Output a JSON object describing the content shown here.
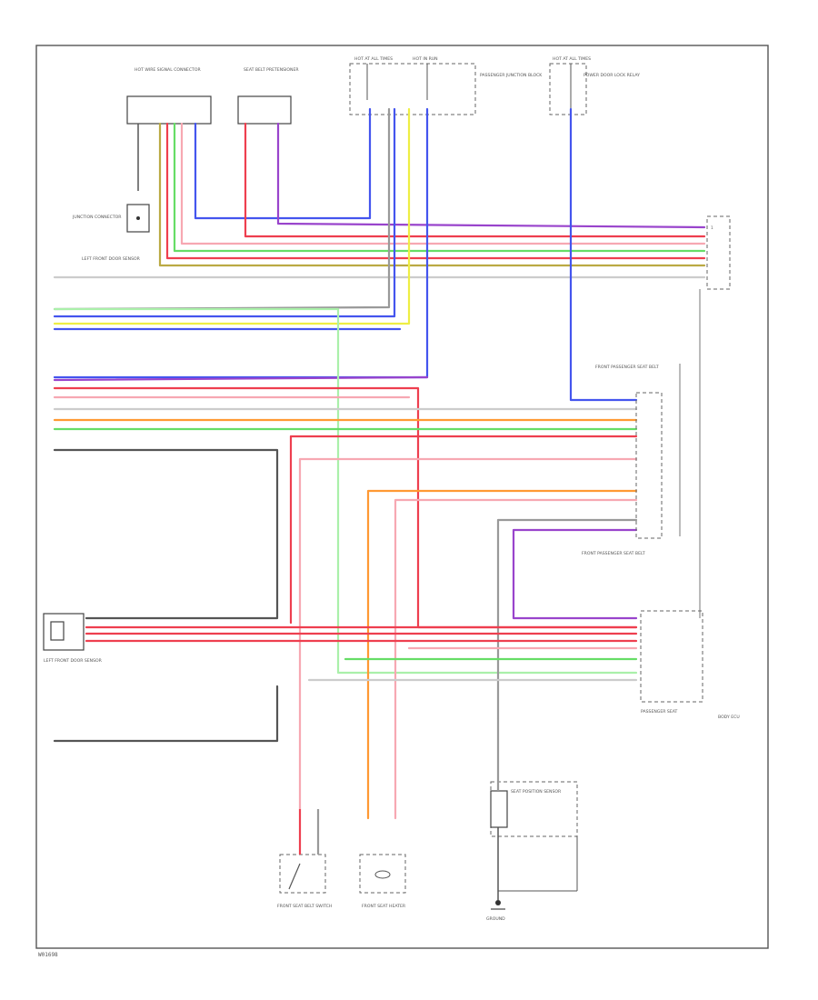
{
  "footer": {
    "code": "W01698"
  },
  "colors": {
    "red": "#ee3f4f",
    "pink": "#f7a8b2",
    "blue": "#4455ee",
    "violet": "#9944cc",
    "green": "#66dd66",
    "lightgreen": "#aaf0aa",
    "yellow": "#eeee44",
    "orange": "#ff9933",
    "gray": "#999999",
    "lightgray": "#cccccc",
    "olive": "#bbaa44",
    "dark": "#555555"
  },
  "components": {
    "top_left_module": "HOT WIRE SIGNAL CONNECTOR",
    "top_mid_module": "SEAT BELT PRETENSIONER",
    "fuse_a": "HOT AT ALL TIMES",
    "fuse_b": "HOT IN RUN",
    "fuse_c": "HOT AT ALL TIMES",
    "junction_block": "PASSENGER JUNCTION BLOCK",
    "relay_top_right": "POWER DOOR LOCK RELAY",
    "left_connector": "JUNCTION CONNECTOR",
    "left_sensor": "LEFT FRONT DOOR SENSOR",
    "sensor_group": "FRONT PASSENGER SEAT BELT",
    "passenger_seat": "PASSENGER SEAT",
    "body_ecu": "BODY ECU",
    "bottom_switch": "FRONT SEAT BELT SWITCH",
    "bottom_heater": "FRONT SEAT HEATER",
    "bottom_sensor": "SEAT POSITION SENSOR",
    "ground": "GROUND"
  }
}
